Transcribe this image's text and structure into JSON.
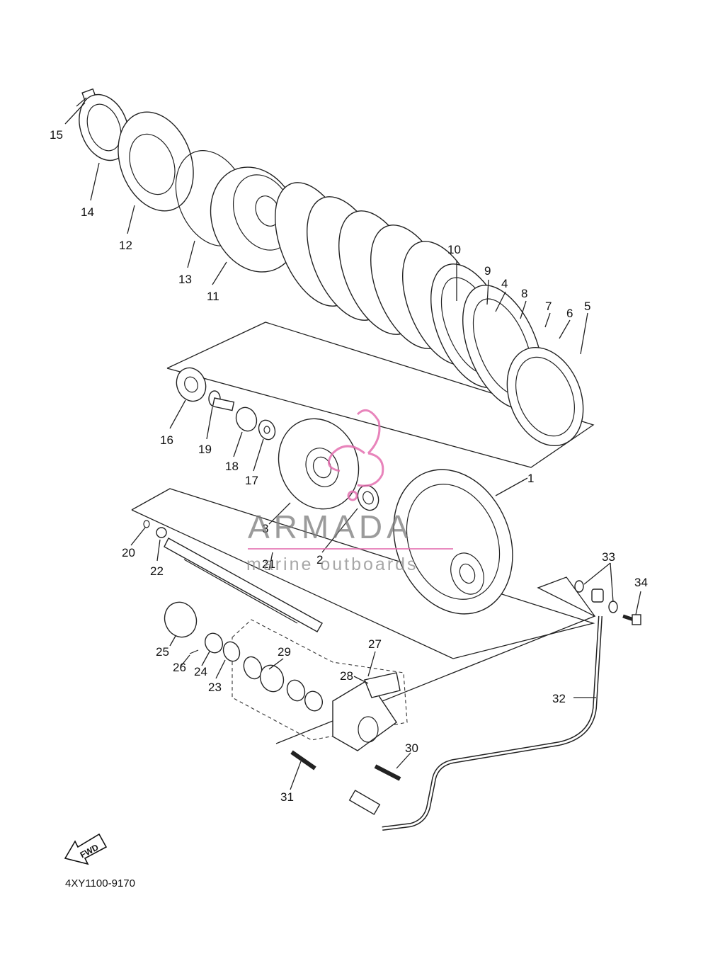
{
  "diagram_code": "4XY1100-9170",
  "fwd_label": "FWD",
  "watermark": {
    "brand": "ARMADA",
    "subtitle": "marine outboards",
    "logo_color": "#e46fb0"
  },
  "callouts": [
    "1",
    "2",
    "3",
    "4",
    "5",
    "6",
    "7",
    "8",
    "9",
    "10",
    "11",
    "12",
    "13",
    "14",
    "15",
    "16",
    "17",
    "18",
    "19",
    "20",
    "21",
    "22",
    "23",
    "24",
    "25",
    "26",
    "27",
    "28",
    "29",
    "30",
    "31",
    "32",
    "33",
    "34"
  ]
}
